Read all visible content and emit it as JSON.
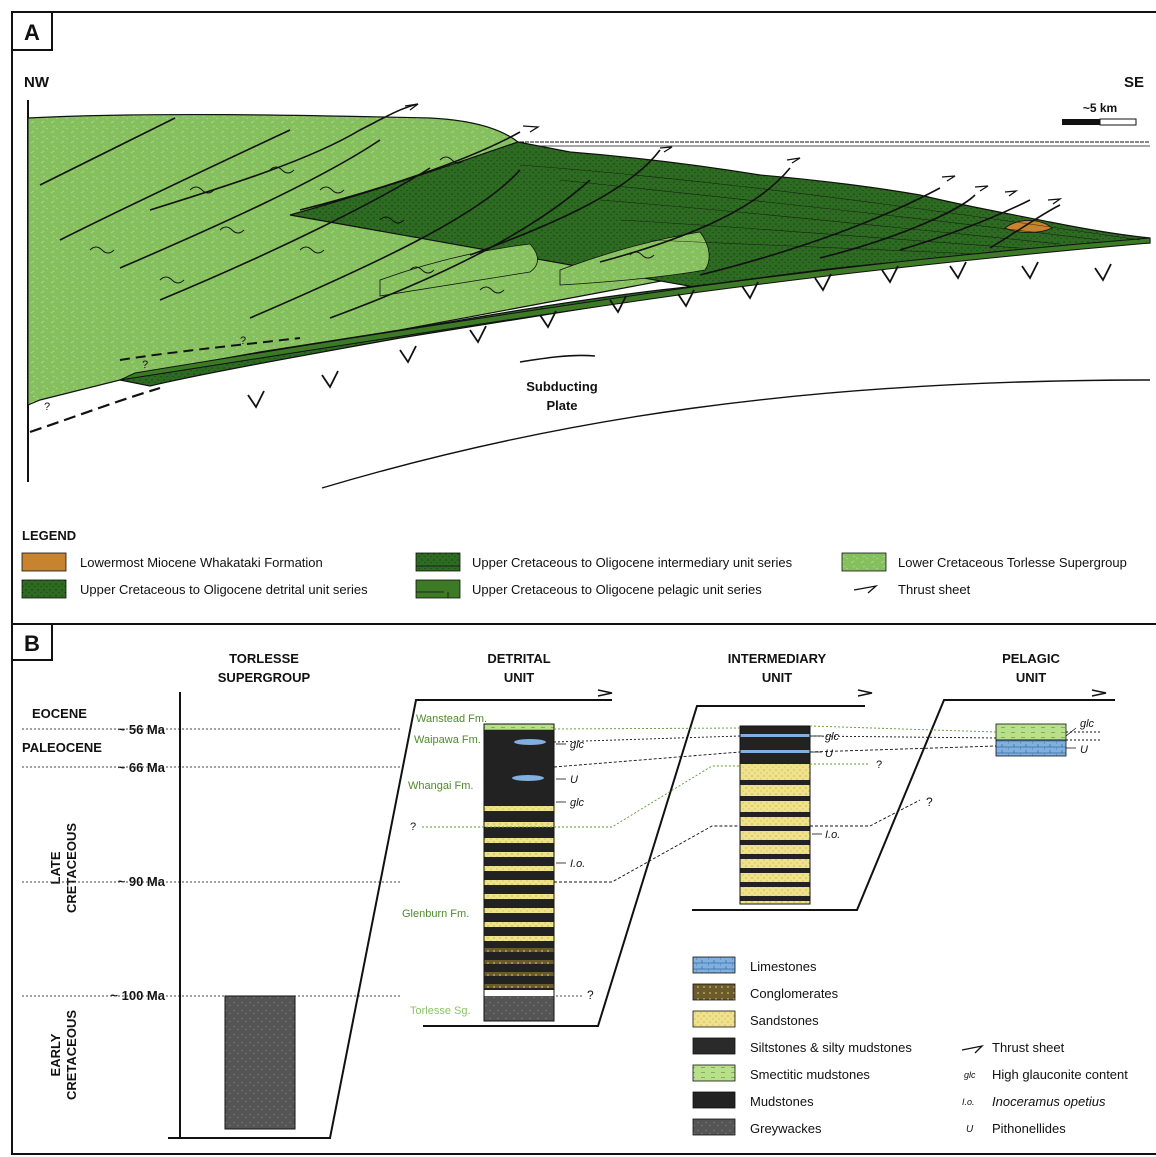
{
  "panel_a": {
    "label": "A",
    "nw": "NW",
    "se": "SE",
    "scale": "~5 km",
    "subducting_plate": [
      "Subducting",
      "Plate"
    ],
    "question_marks": [
      "?",
      "?",
      "?"
    ],
    "legend_title": "LEGEND",
    "legend": [
      {
        "label": "Lowermost Miocene Whakataki Formation",
        "color": "#c8832e",
        "kind": "swatch"
      },
      {
        "label": "Upper Cretaceous to Oligocene detrital unit series",
        "color": "#2e6b22",
        "kind": "swatch-dotted"
      },
      {
        "label": "Upper Cretaceous to Oligocene intermediary unit series",
        "color": "#2e6b22",
        "kind": "swatch-mixed"
      },
      {
        "label": "Upper Cretaceous to Oligocene pelagic unit series",
        "color": "#3d7a25",
        "kind": "swatch-lined"
      },
      {
        "label": "Lower Cretaceous Torlesse Supergroup",
        "color": "#86c05e",
        "kind": "swatch"
      },
      {
        "label": "Thrust sheet",
        "color": "#111111",
        "kind": "thrust"
      }
    ],
    "colors": {
      "torlesse": "#86c05e",
      "detrital": "#2e6b22",
      "pelagic": "#3d7a25",
      "whakataki": "#c8832e"
    }
  },
  "panel_b": {
    "label": "B",
    "columns": [
      {
        "title": [
          "TORLESSE",
          "SUPERGROUP"
        ]
      },
      {
        "title": [
          "DETRITAL",
          "UNIT"
        ]
      },
      {
        "title": [
          "INTERMEDIARY",
          "UNIT"
        ]
      },
      {
        "title": [
          "PELAGIC",
          "UNIT"
        ]
      }
    ],
    "epochs": {
      "eocene": "EOCENE",
      "paleocene": "PALEOCENE",
      "late": [
        "LATE",
        "CRETACEOUS"
      ],
      "early": [
        "EARLY",
        "CRETACEOUS"
      ]
    },
    "ages": [
      "~ 56 Ma",
      "~ 66 Ma",
      "~ 90 Ma",
      "~ 100 Ma"
    ],
    "formations": [
      "Wanstead Fm.",
      "Waipawa Fm.",
      "Whangai Fm.",
      "Glenburn Fm.",
      "Torlesse Sg."
    ],
    "annotations": {
      "glc": "glc",
      "u": "U",
      "io": "I.o.",
      "q": "?"
    },
    "lithology_legend": [
      {
        "label": "Limestones",
        "color": "#7fb0e0"
      },
      {
        "label": "Conglomerates",
        "color": "#6b5a2a"
      },
      {
        "label": "Sandstones",
        "color": "#f0e28a"
      },
      {
        "label": "Siltstones & silty mudstones",
        "color": "#2a2a2a"
      },
      {
        "label": "Smectitic mudstones",
        "color": "#b8e08a"
      },
      {
        "label": "Mudstones",
        "color": "#222222"
      },
      {
        "label": "Greywackes",
        "color": "#555555"
      }
    ],
    "symbol_legend": [
      {
        "symbol": "",
        "label": "Thrust sheet"
      },
      {
        "symbol": "glc",
        "label": "High glauconite content"
      },
      {
        "symbol": "I.o.",
        "label": "Inoceramus opetius"
      },
      {
        "symbol": "U",
        "label": "Pithonellides"
      }
    ]
  }
}
